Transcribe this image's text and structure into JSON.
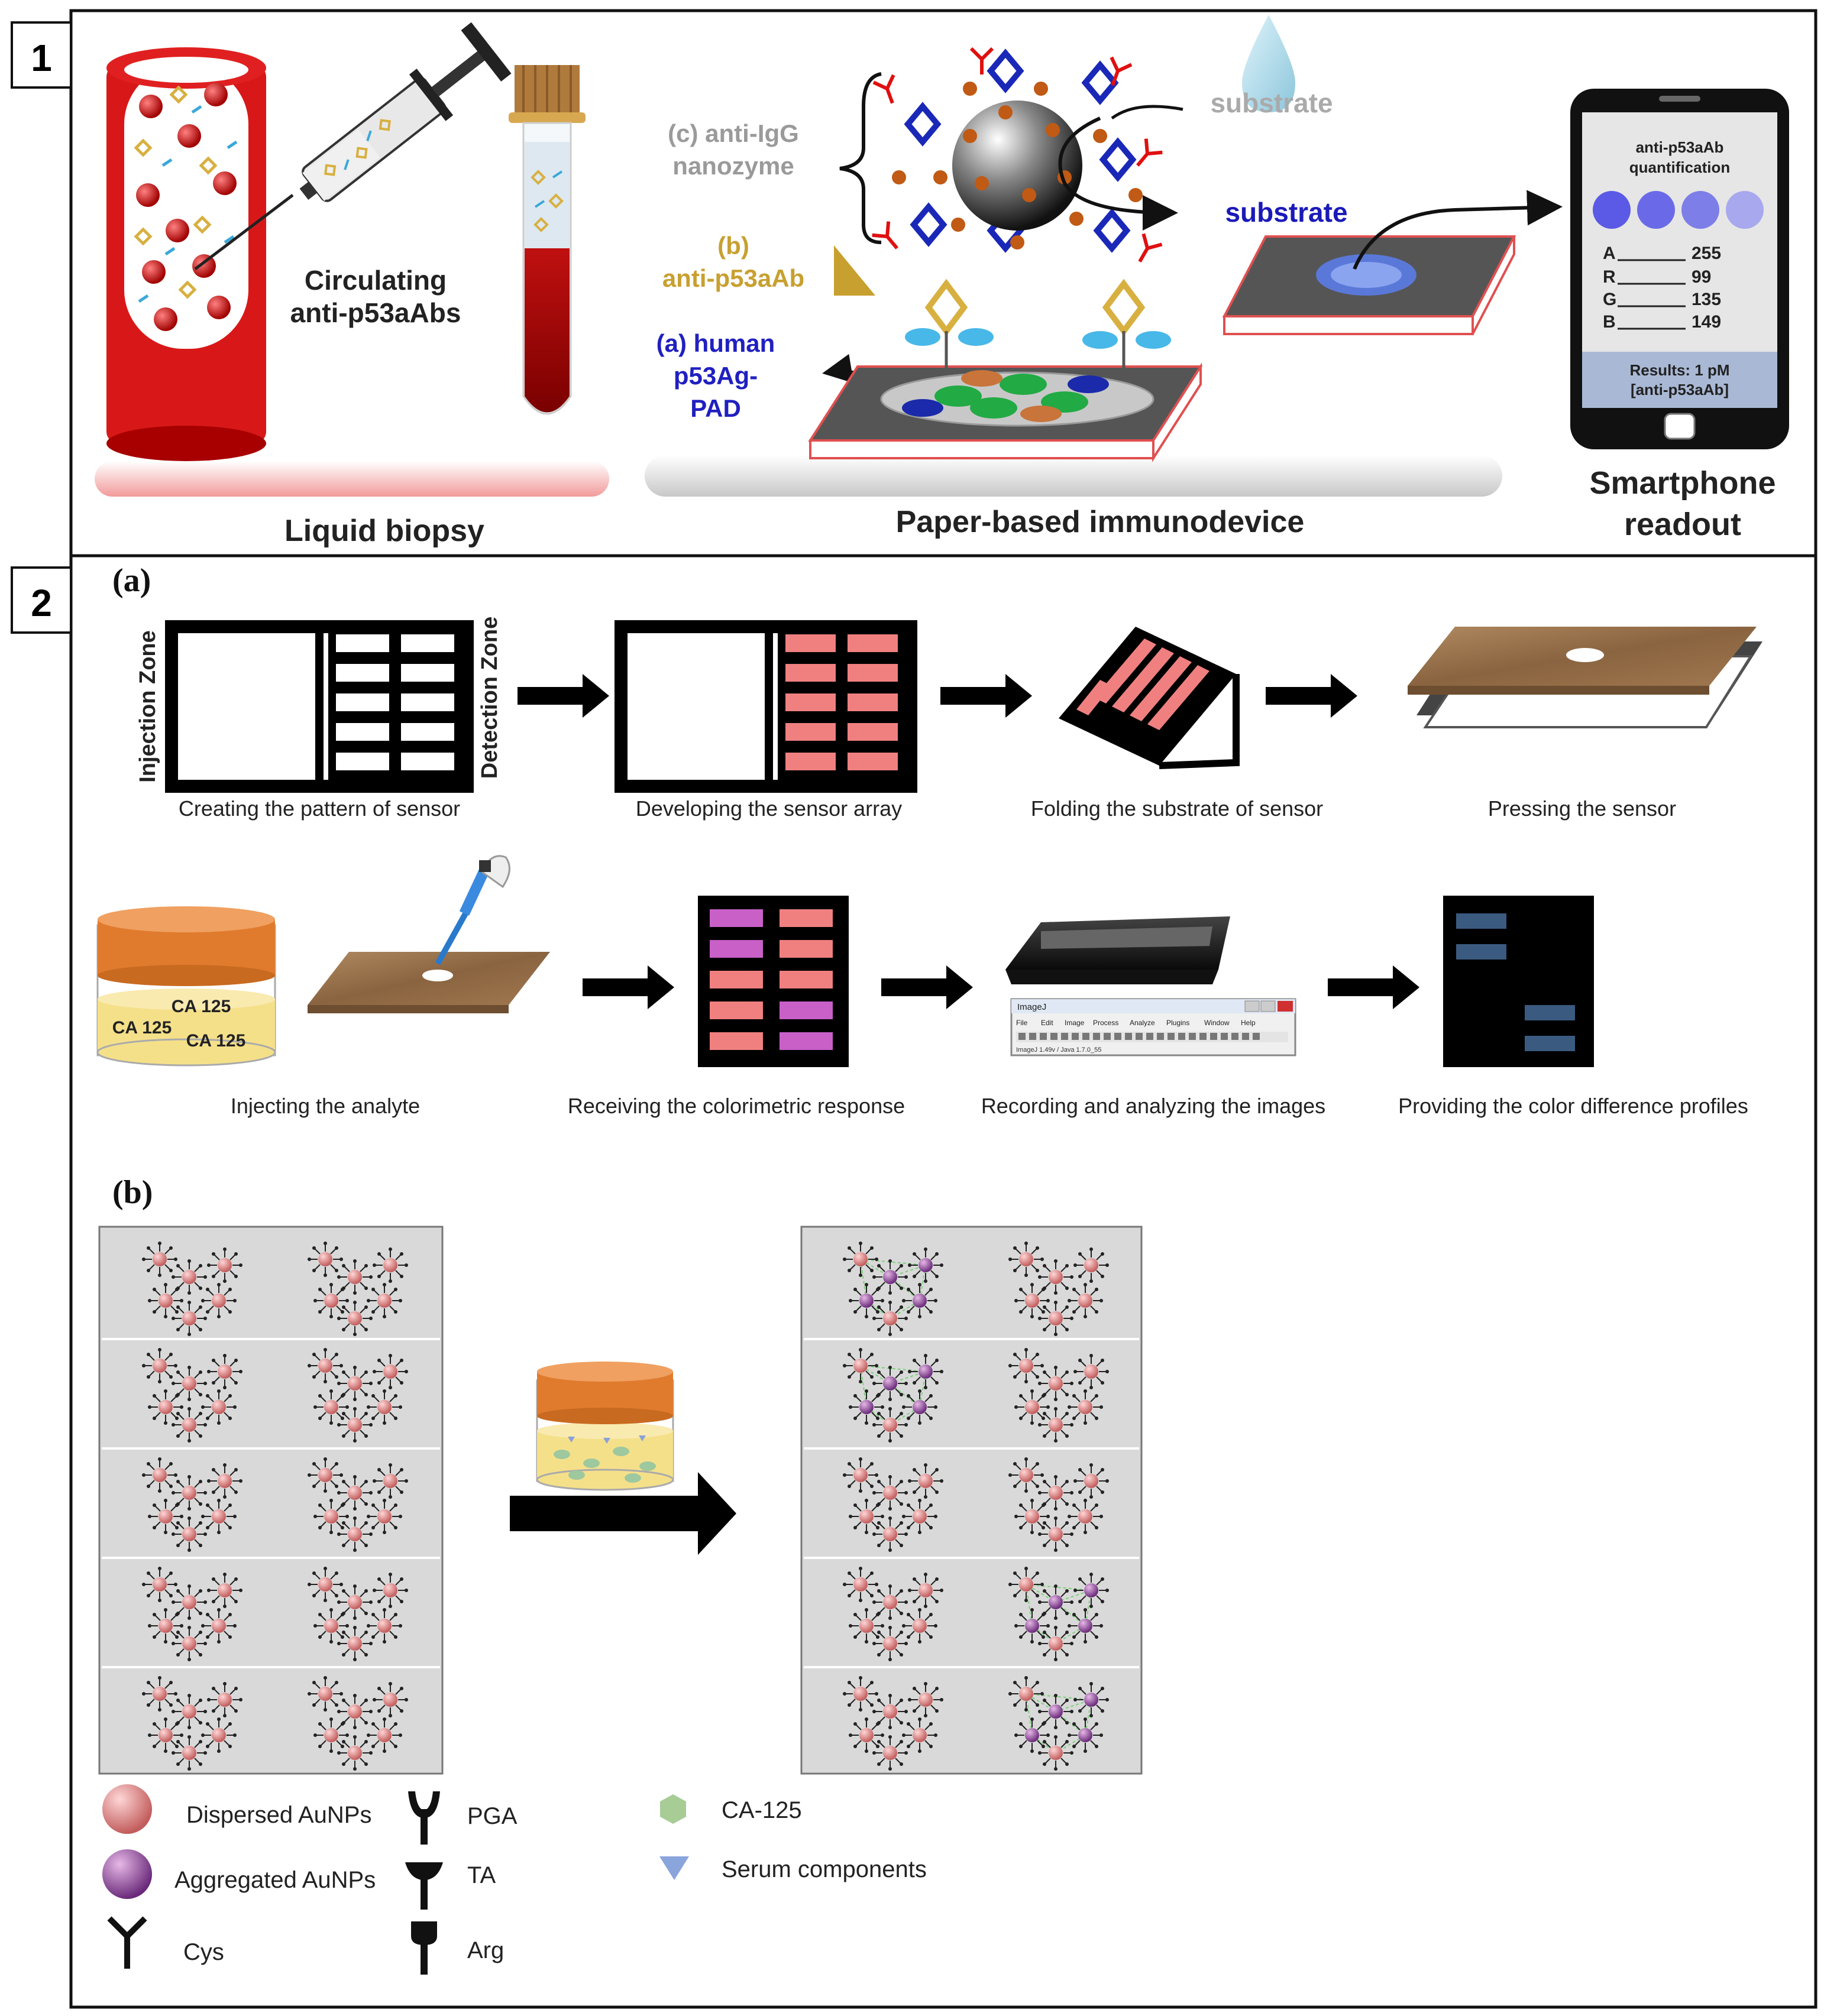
{
  "panel_labels": [
    "1",
    "2"
  ],
  "panel1": {
    "labels": {
      "circulating": [
        "Circulating",
        "anti-p53aAbs"
      ],
      "liquid_biopsy": "Liquid biopsy",
      "anti_igg": [
        "(c) anti-IgG",
        "nanozyme"
      ],
      "substrate_top": "substrate",
      "substrate_mid": "substrate",
      "anti_p53": [
        "(b)",
        "anti-p53aAb"
      ],
      "human_p53": [
        "(a) human",
        "p53Ag-",
        "PAD"
      ],
      "paper_device": "Paper-based immunodevice",
      "smartphone": [
        "Smartphone",
        "readout"
      ]
    },
    "phone": {
      "title": [
        "anti-p53aAb",
        "quantification"
      ],
      "values": [
        {
          "channel": "A",
          "value": "255"
        },
        {
          "channel": "R",
          "value": "99"
        },
        {
          "channel": "G",
          "value": "135"
        },
        {
          "channel": "B",
          "value": "149"
        }
      ],
      "result": [
        "Results: 1 pM",
        "[anti-p53aAb]"
      ],
      "dot_colors": [
        "#5a5ae6",
        "#6a6ae8",
        "#7e7ee8",
        "#a8a8ee"
      ]
    }
  },
  "panel2": {
    "sub_a": "(a)",
    "sub_b": "(b)",
    "zone_labels": {
      "injection": "Injection Zone",
      "detection": "Detection Zone"
    },
    "row1_captions": [
      "Creating the pattern of sensor",
      "Developing the sensor array",
      "Folding the substrate of sensor",
      "Pressing the sensor"
    ],
    "row2_captions": [
      "Injecting the analyte",
      "Receiving the colorimetric response",
      "Recording and analyzing the images",
      "Providing the color difference profiles"
    ],
    "vial_labels": [
      "CA 125",
      "CA 125",
      "CA 125"
    ],
    "imagej_title": "ImageJ",
    "imagej_menu": [
      "File",
      "Edit",
      "Image",
      "Process",
      "Analyze",
      "Plugins",
      "Window",
      "Help"
    ],
    "imagej_status": "ImageJ 1.49v / Java 1.7.0_55",
    "legend": [
      {
        "icon": "dispersed-aunp",
        "label": "Dispersed AuNPs"
      },
      {
        "icon": "aggregated-aunp",
        "label": "Aggregated AuNPs"
      },
      {
        "icon": "cys",
        "label": "Cys"
      },
      {
        "icon": "pga",
        "label": "PGA"
      },
      {
        "icon": "ta",
        "label": "TA"
      },
      {
        "icon": "arg",
        "label": "Arg"
      },
      {
        "icon": "ca125",
        "label": "CA-125"
      },
      {
        "icon": "serum",
        "label": "Serum components"
      }
    ],
    "colors": {
      "pink_cell": "#f08080",
      "magenta_cell": "#c860c8",
      "blue_cell": "#3a5a80",
      "wood": "#9b7650",
      "vial_lid": "#e07b2e",
      "vial_liquid": "#f5e08a"
    }
  }
}
